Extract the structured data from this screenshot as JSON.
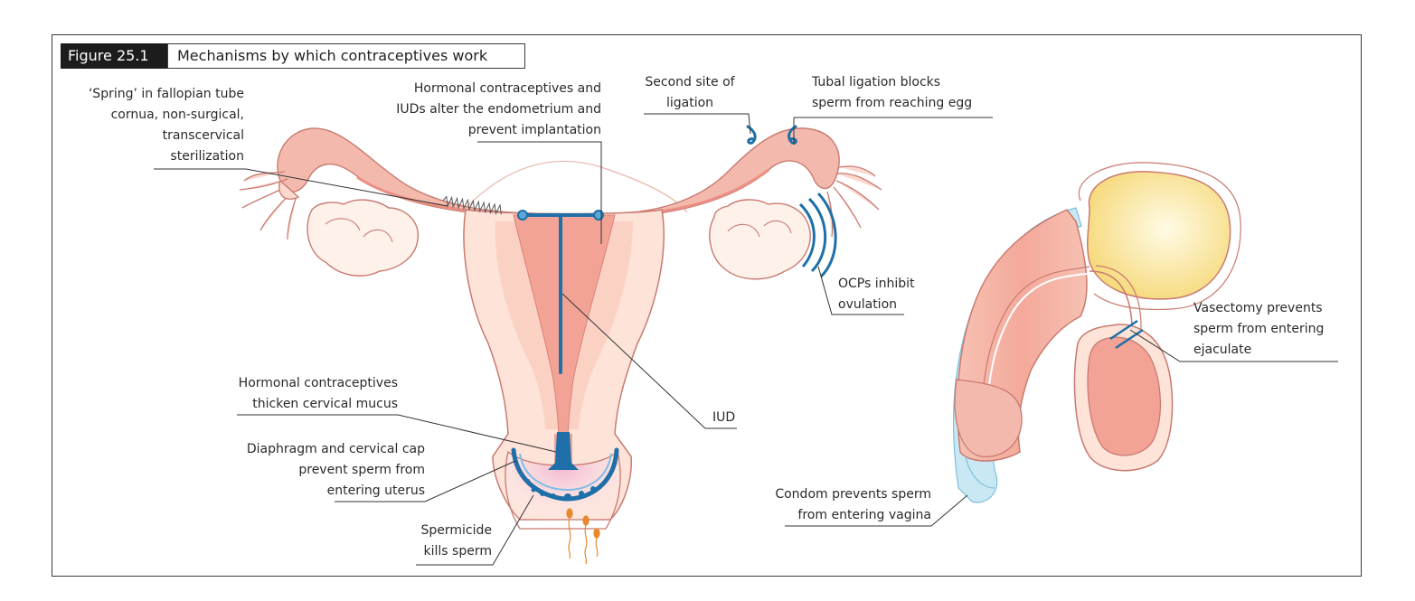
{
  "figure": {
    "number": "Figure 25.1",
    "title": "Mechanisms by which contraceptives work"
  },
  "labels": {
    "spring": "‘Spring’ in fallopian tube\ncornua, non-surgical,\ntranscervical\nsterilization",
    "hormonal_endometrium": "Hormonal contraceptives and\nIUDs alter the endometrium and\nprevent implantation",
    "second_ligation": "Second site of\nligation",
    "tubal_ligation": "Tubal ligation blocks\nsperm from reaching egg",
    "ocps": "OCPs inhibit\novulation",
    "iud": "IUD",
    "hormonal_mucus": "Hormonal contraceptives\nthicken cervical mucus",
    "diaphragm": "Diaphragm and cervical cap\nprevent sperm from\nentering uterus",
    "spermicide": "Spermicide\nkills sperm",
    "condom": "Condom prevents sperm\nfrom entering vagina",
    "vasectomy": "Vasectomy prevents\nsperm from entering\nejaculate"
  },
  "colors": {
    "tissue": "#f4b9ad",
    "tissue_dark": "#e98f83",
    "tissue_light": "#fde3d8",
    "device_blue": "#1f6fa8",
    "condom_blue": "#bfe3ef",
    "testis_yellow": "#fbe7a0",
    "sperm_orange": "#e8892e",
    "outline": "#c26c63"
  }
}
